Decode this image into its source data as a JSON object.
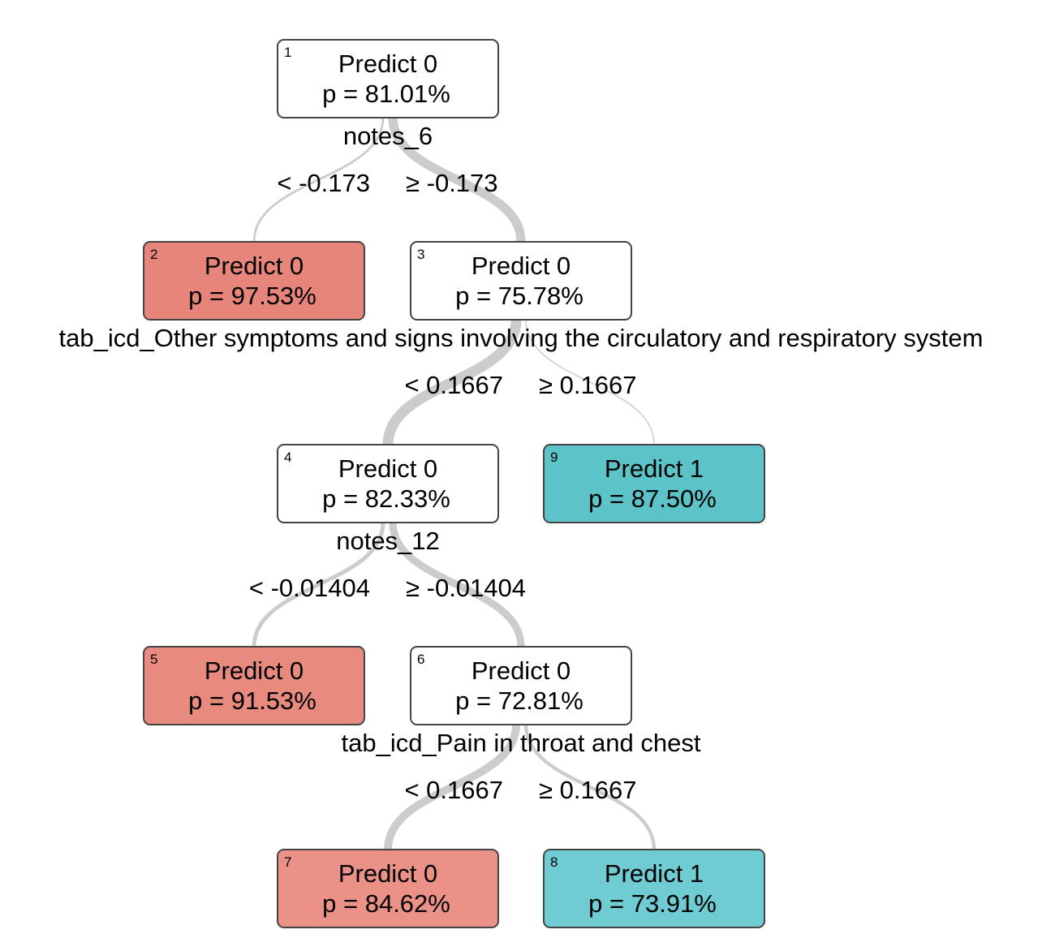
{
  "nodes": [
    {
      "id": "1",
      "prediction": "Predict 0",
      "prob": "p = 81.01%",
      "color": "#ffffff",
      "split": "notes_6"
    },
    {
      "id": "2",
      "prediction": "Predict 0",
      "prob": "p = 97.53%",
      "color": "#e8857a"
    },
    {
      "id": "3",
      "prediction": "Predict 0",
      "prob": "p = 75.78%",
      "color": "#ffffff",
      "split": "tab_icd_Other symptoms and signs involving the circulatory and respiratory system"
    },
    {
      "id": "4",
      "prediction": "Predict 0",
      "prob": "p = 82.33%",
      "color": "#ffffff",
      "split": "notes_12"
    },
    {
      "id": "5",
      "prediction": "Predict 0",
      "prob": "p = 91.53%",
      "color": "#e98a7f"
    },
    {
      "id": "6",
      "prediction": "Predict 0",
      "prob": "p = 72.81%",
      "color": "#ffffff",
      "split": "tab_icd_Pain in throat and chest"
    },
    {
      "id": "7",
      "prediction": "Predict 0",
      "prob": "p = 84.62%",
      "color": "#eb9188"
    },
    {
      "id": "8",
      "prediction": "Predict 1",
      "prob": "p = 73.91%",
      "color": "#6fccd2"
    },
    {
      "id": "9",
      "prediction": "Predict 1",
      "prob": "p = 87.50%",
      "color": "#5cc3c9"
    }
  ],
  "edges": [
    {
      "from": "1",
      "to": "2",
      "label": "< -0.173",
      "weight": 0.2
    },
    {
      "from": "1",
      "to": "3",
      "label": "≥ -0.173",
      "weight": 0.8
    },
    {
      "from": "3",
      "to": "4",
      "label": "< 0.1667",
      "weight": 0.92
    },
    {
      "from": "3",
      "to": "9",
      "label": "≥ 0.1667",
      "weight": 0.08
    },
    {
      "from": "4",
      "to": "5",
      "label": "< -0.01404",
      "weight": 0.35
    },
    {
      "from": "4",
      "to": "6",
      "label": "≥ -0.01404",
      "weight": 0.65
    },
    {
      "from": "6",
      "to": "7",
      "label": "< 0.1667",
      "weight": 0.7
    },
    {
      "from": "6",
      "to": "8",
      "label": "≥ 0.1667",
      "weight": 0.3
    }
  ]
}
